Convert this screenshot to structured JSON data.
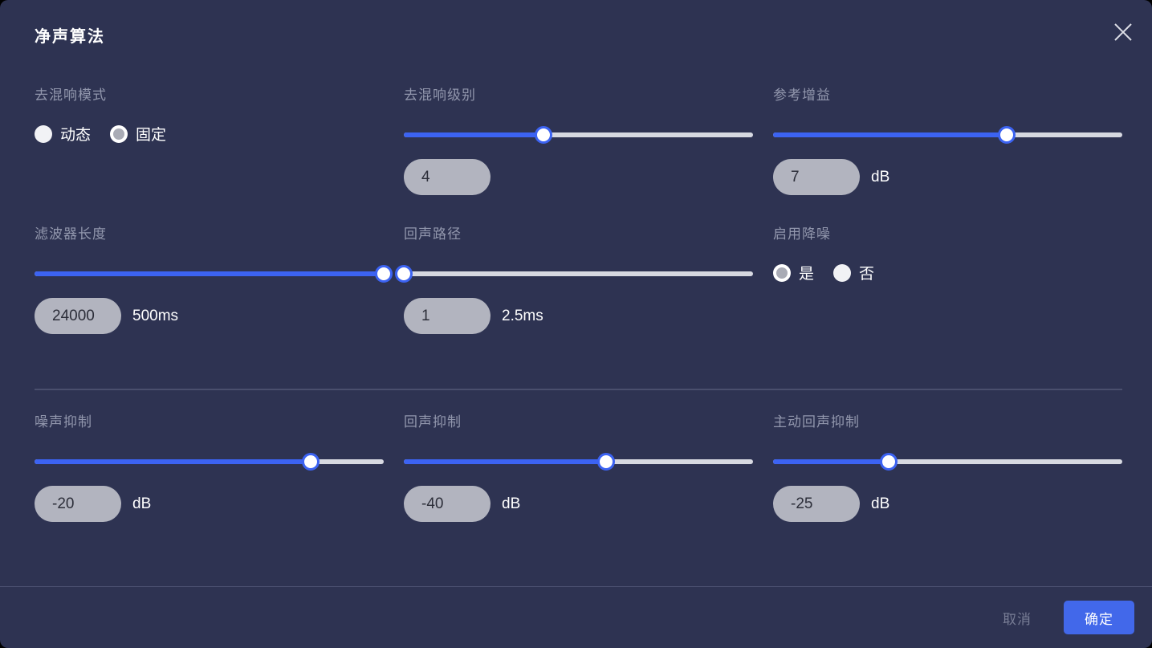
{
  "title": "净声算法",
  "colors": {
    "dialog_bg": "#2e3352",
    "accent_blue": "#3c63f2",
    "ok_button_bg": "#4268ea",
    "pill_bg": "#b2b4bf",
    "track_bg": "#d7d9e1",
    "label_gray": "#9297ad"
  },
  "icons": {
    "close": "x-cross"
  },
  "sections": {
    "dereverb_mode": {
      "label": "去混响模式",
      "options": [
        {
          "label": "动态",
          "selected": false
        },
        {
          "label": "固定",
          "selected": true
        }
      ]
    },
    "dereverb_level": {
      "label": "去混响级别",
      "percent": 40,
      "value": "4",
      "unit": ""
    },
    "reference_gain": {
      "label": "参考增益",
      "percent": 67,
      "value": "7",
      "unit": "dB"
    },
    "filter_length": {
      "label": "滤波器长度",
      "percent": 100,
      "value": "24000",
      "unit": "500ms"
    },
    "echo_path": {
      "label": "回声路径",
      "percent": 0,
      "value": "1",
      "unit": "2.5ms"
    },
    "noise_reduction": {
      "label": "启用降噪",
      "options": [
        {
          "label": "是",
          "selected": true
        },
        {
          "label": "否",
          "selected": false
        }
      ]
    },
    "noise_suppression": {
      "label": "噪声抑制",
      "percent": 79,
      "value": "-20",
      "unit": "dB"
    },
    "echo_suppression": {
      "label": "回声抑制",
      "percent": 58,
      "value": "-40",
      "unit": "dB"
    },
    "active_echo_suppression": {
      "label": "主动回声抑制",
      "percent": 33,
      "value": "-25",
      "unit": "dB"
    }
  },
  "footer": {
    "cancel": "取消",
    "ok": "确定"
  }
}
